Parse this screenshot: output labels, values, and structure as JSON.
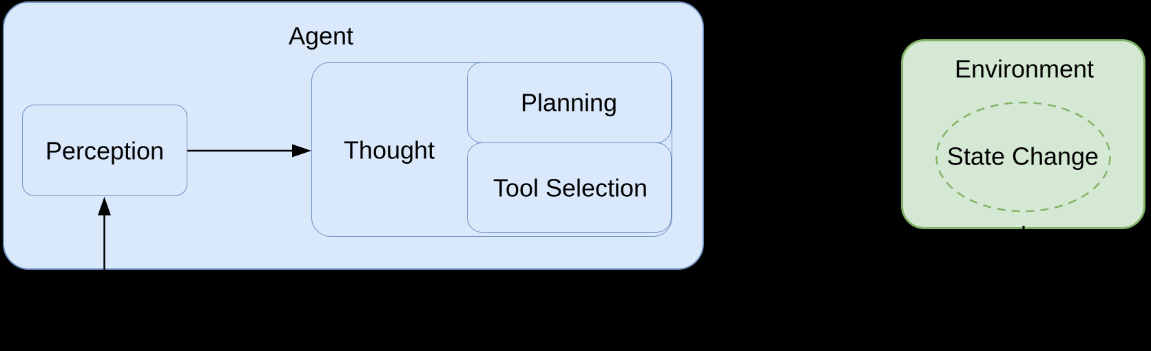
{
  "diagram": {
    "type": "agent-architecture-flow-diagram",
    "background": "#000000",
    "nodes": {
      "agent": {
        "label": "Agent",
        "shape": "rounded-container",
        "fill": "#dae8fc",
        "stroke": "#6c8ebf"
      },
      "perception": {
        "label": "Perception",
        "shape": "rounded-box",
        "fill": "#dae8fc",
        "stroke": "#6c8ebf"
      },
      "thought": {
        "label": "Thought",
        "shape": "rounded-box",
        "fill": "#dae8fc",
        "stroke": "#6c8ebf"
      },
      "planning": {
        "label": "Planning",
        "shape": "rounded-box",
        "fill": "#dae8fc",
        "stroke": "#6c8ebf"
      },
      "tool_selection": {
        "label": "Tool Selection",
        "shape": "rounded-box",
        "fill": "#dae8fc",
        "stroke": "#6c8ebf"
      },
      "environment": {
        "label": "Environment",
        "shape": "rounded-container",
        "fill": "#d5e8d4",
        "stroke": "#82b366"
      },
      "state_change": {
        "label": "State Change",
        "shape": "dashed-ellipse",
        "fill": "none",
        "stroke": "#82b366"
      }
    },
    "containment": [
      {
        "parent": "agent",
        "children": [
          "perception",
          "thought",
          "planning",
          "tool_selection"
        ]
      },
      {
        "parent": "thought",
        "children": [
          "planning",
          "tool_selection"
        ]
      },
      {
        "parent": "environment",
        "children": [
          "state_change"
        ]
      }
    ],
    "edges": [
      {
        "id": "into-perception",
        "from": "offscreen-bottom",
        "to": "perception",
        "direction": "up",
        "color": "#000000"
      },
      {
        "id": "perception-to-thought",
        "from": "perception",
        "to": "thought",
        "direction": "right",
        "color": "#000000"
      },
      {
        "id": "environment-stub",
        "from": "environment",
        "to": "offscreen-bottom",
        "direction": "down",
        "color": "#000000"
      }
    ],
    "text_color": "#000000"
  }
}
